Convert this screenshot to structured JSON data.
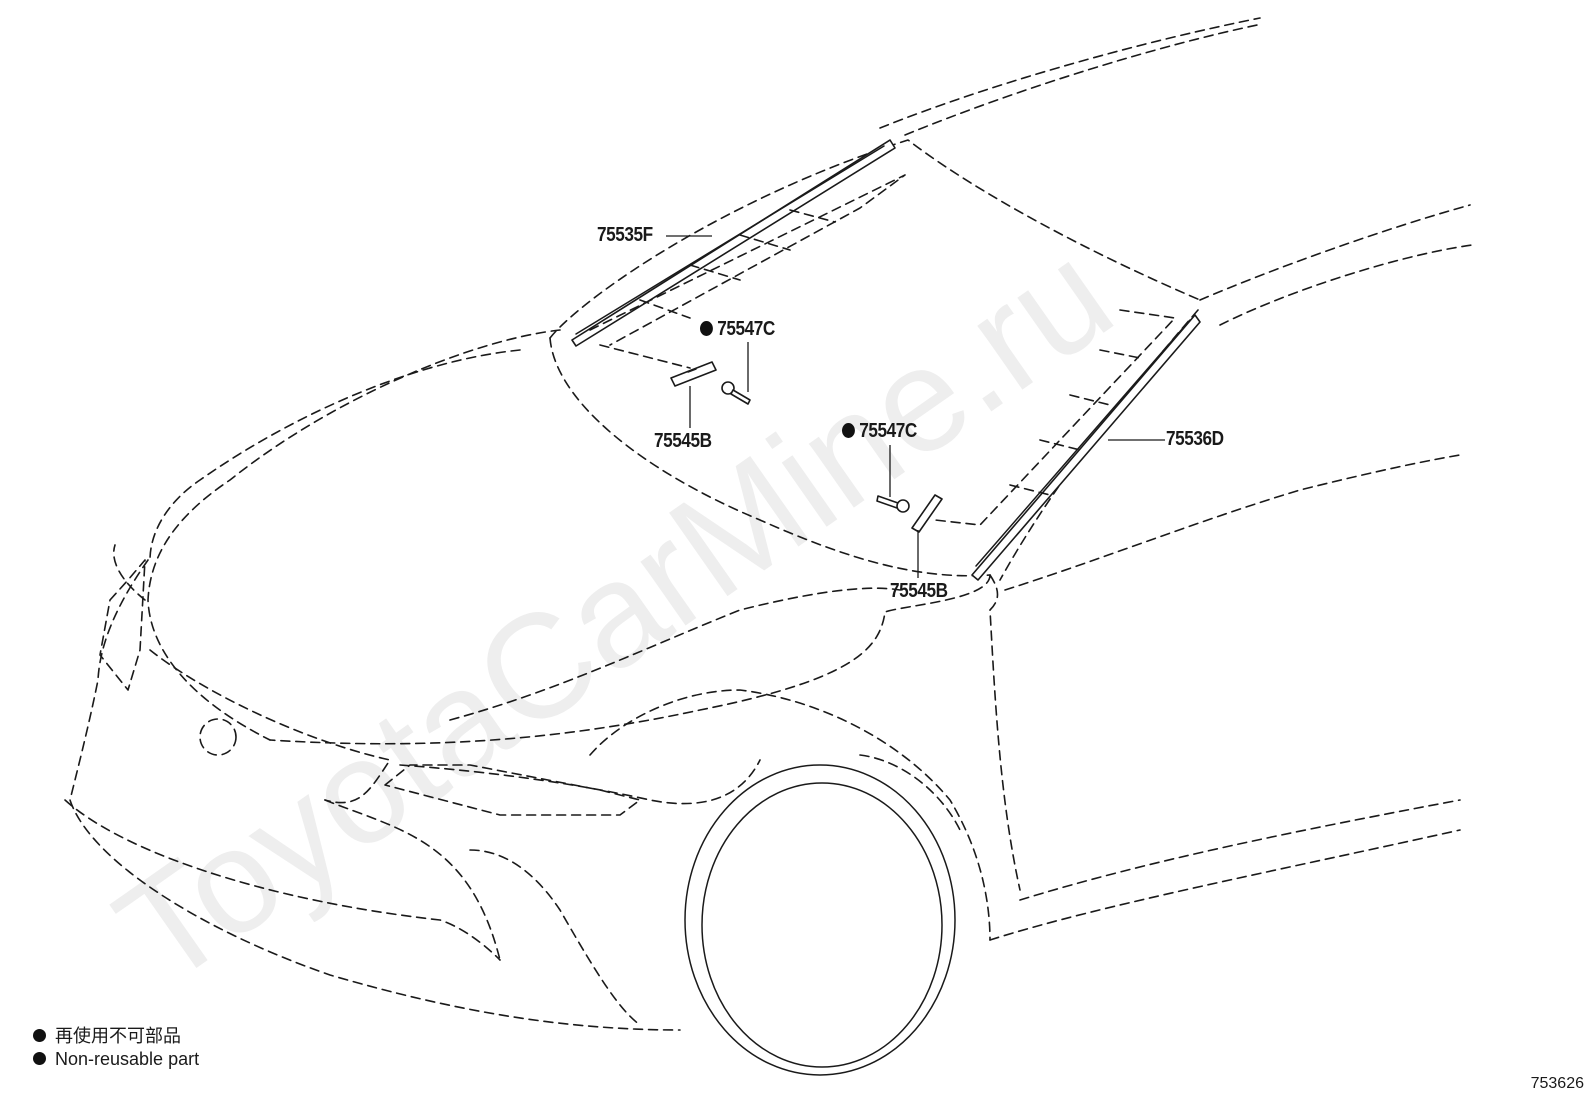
{
  "watermark": "ToyotaCarMine.ru",
  "figure_id": "753626",
  "callouts": {
    "roof_molding_lh": "75535F",
    "retainer_lh": "75545B",
    "clip_lh": "75547C",
    "clip_rh": "75547C",
    "retainer_rh": "75545B",
    "pillar_molding_rh": "75536D"
  },
  "legend": {
    "japanese": "再使用不可部品",
    "english": "Non-reusable part"
  }
}
